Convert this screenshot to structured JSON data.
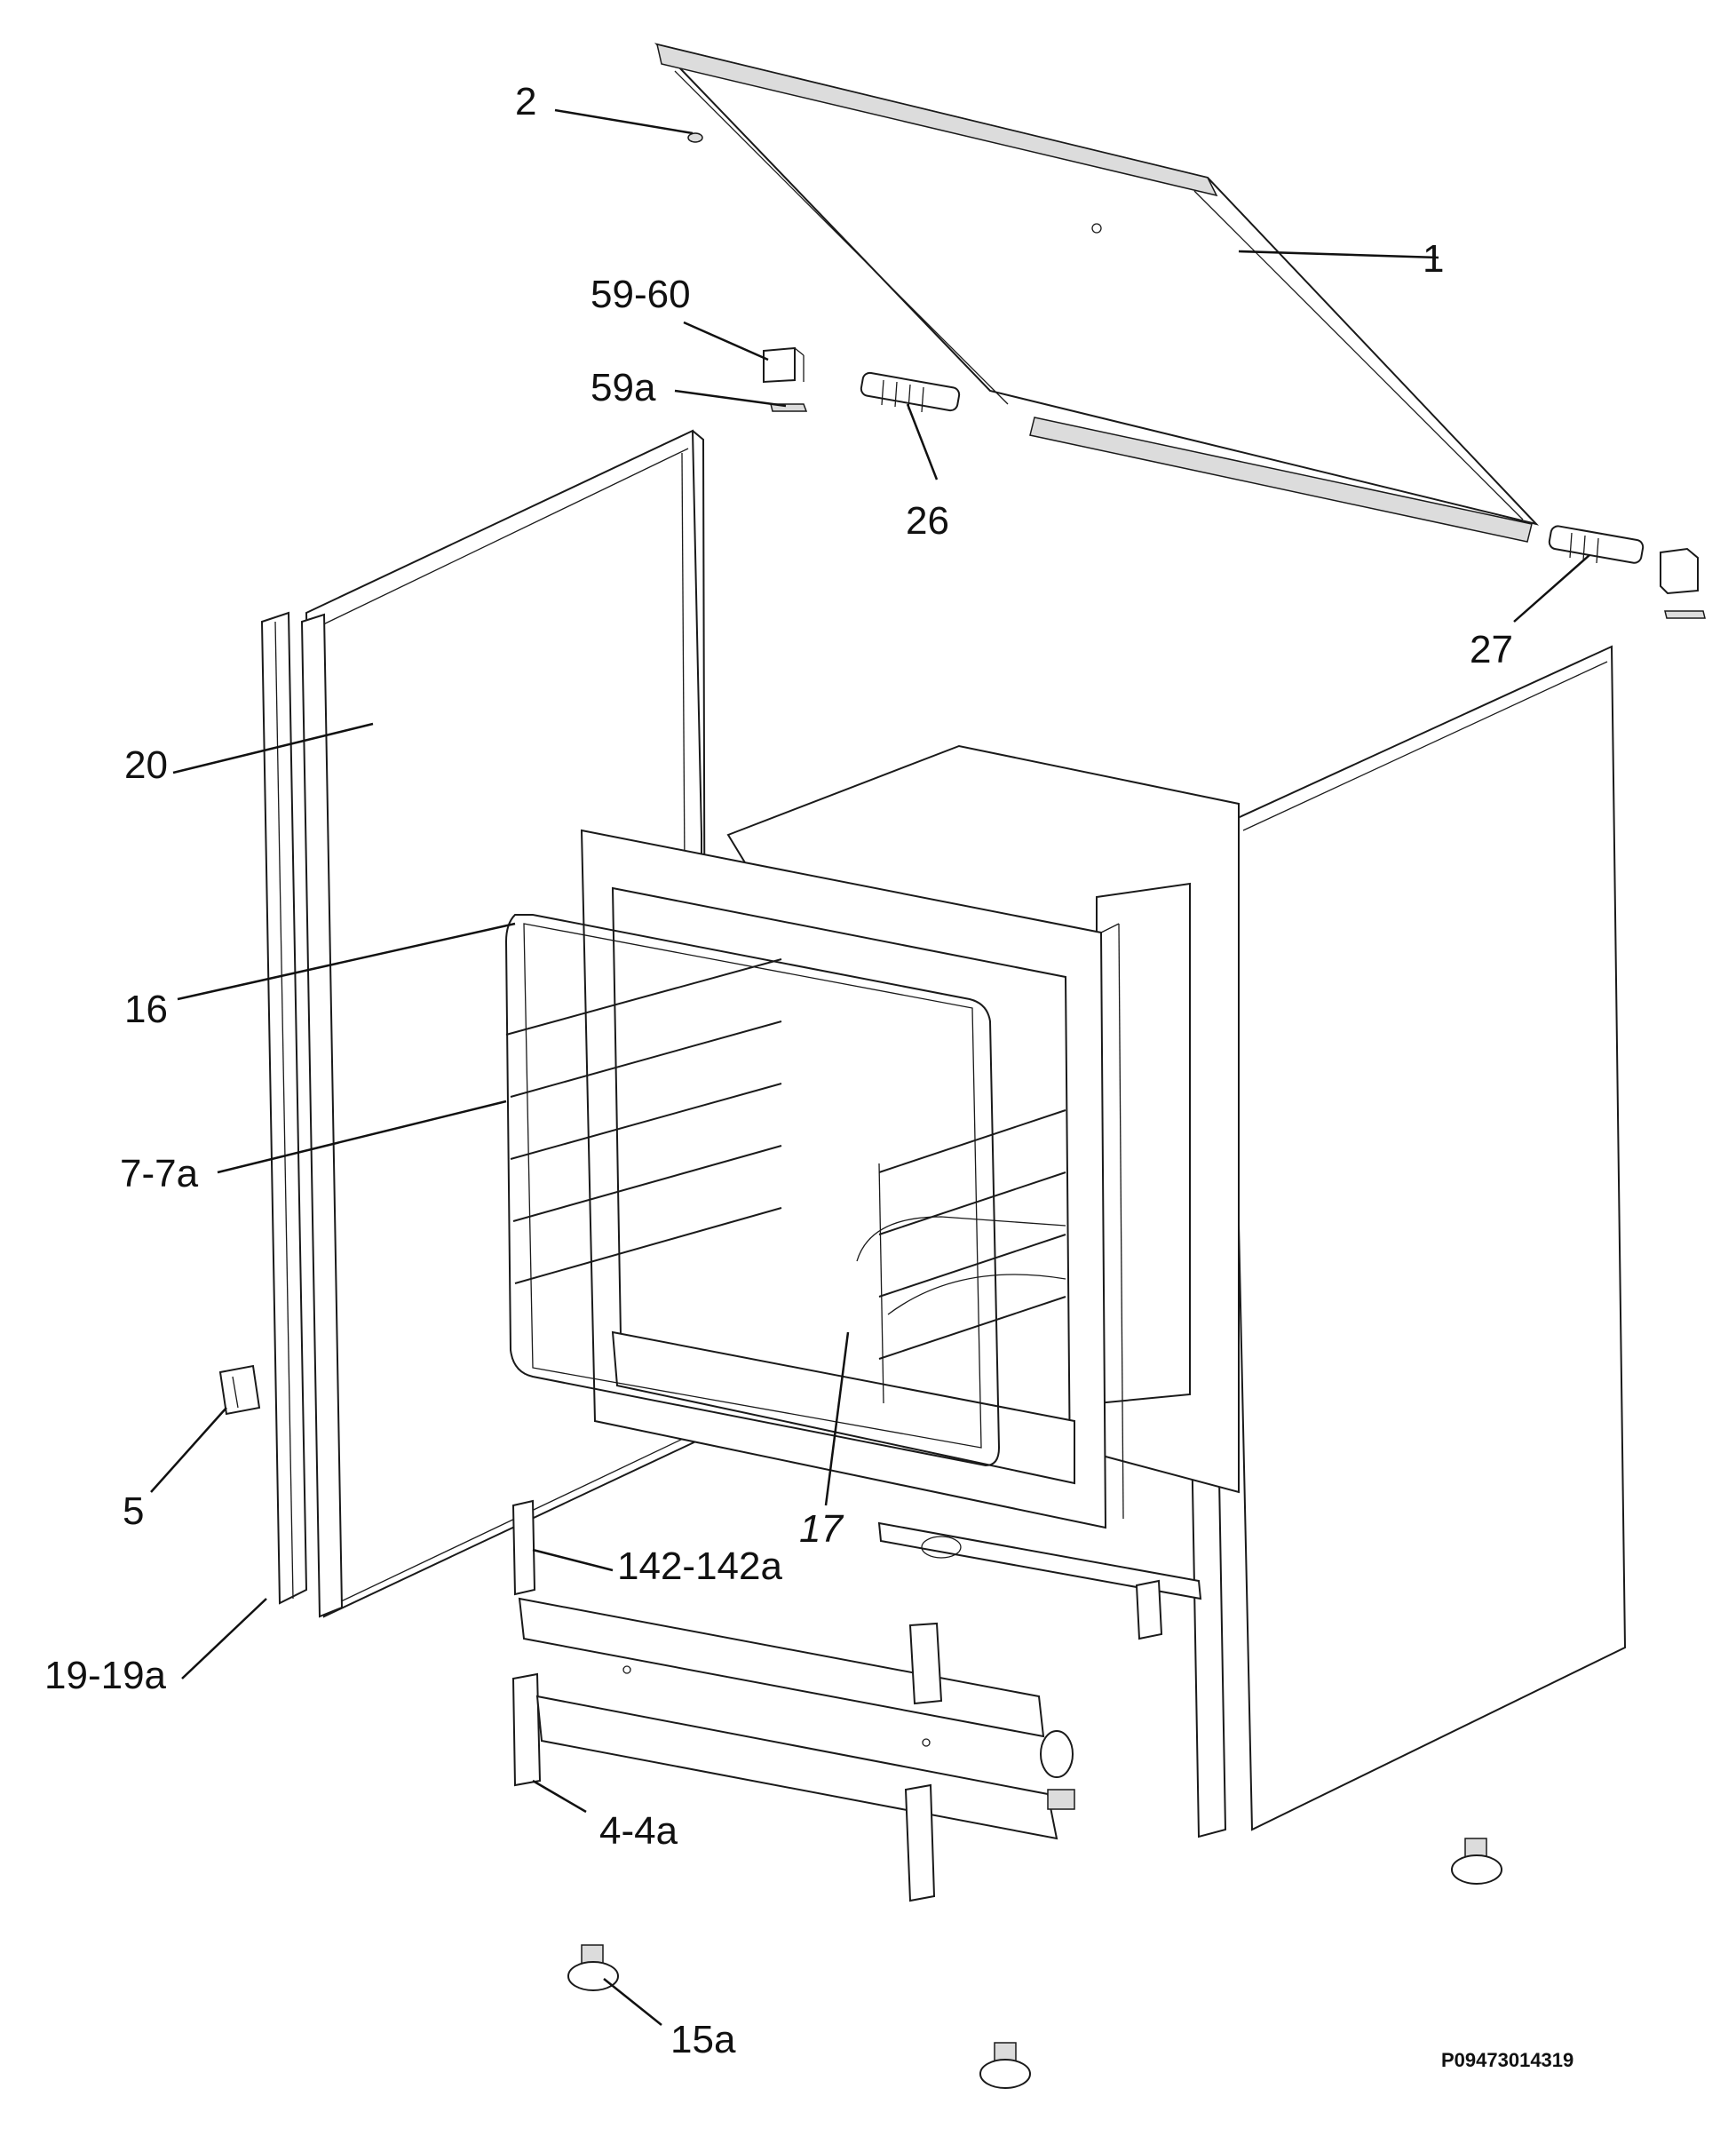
{
  "labels": {
    "l1": "1",
    "l2": "2",
    "l59_60": "59-60",
    "l59a": "59a",
    "l26": "26",
    "l27": "27",
    "l20": "20",
    "l16": "16",
    "l7_7a": "7-7a",
    "l17": "17",
    "l5": "5",
    "l142": "142-142a",
    "l19": "19-19a",
    "l4": "4-4a",
    "l15a": "15a"
  },
  "drawing_code": "P09473014319"
}
